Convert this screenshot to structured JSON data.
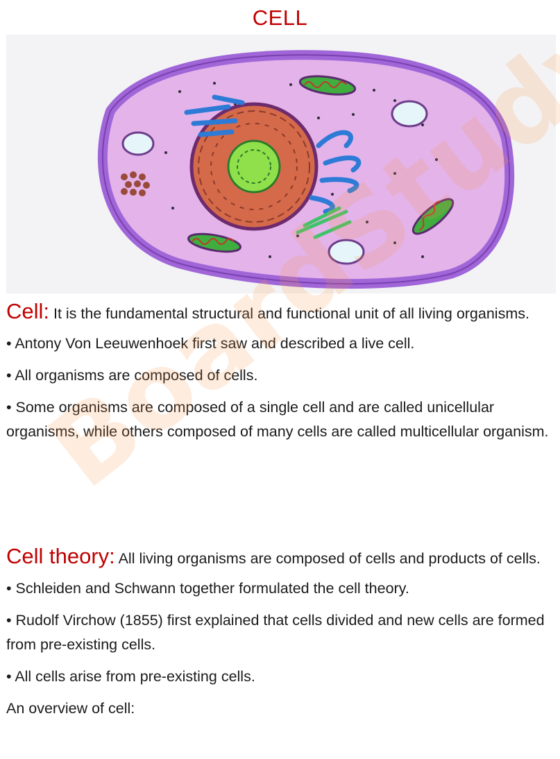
{
  "page": {
    "title": "CELL",
    "watermark": "BoardStudy"
  },
  "figure": {
    "subject": "animal cell illustration",
    "colors": {
      "cytoplasm": "#e6b8ec",
      "membrane": "#a46ad6",
      "nucleus": "#d56a4a",
      "nucleolus": "#8fe04a",
      "er": "#2d7bd6",
      "mitochondria": "#3fae3f",
      "vacuole": "#e6f5fa"
    }
  },
  "section_cell": {
    "heading": "Cell:",
    "definition": " It is the fundamental structural and functional unit of all living organisms.",
    "points": [
      "• Antony Von Leeuwenhoek first saw and described a live cell.",
      "• All organisms are composed of cells.",
      "• Some organisms are composed of a single cell and are called unicellular organisms, while others composed of many cells are called multicellular organism."
    ]
  },
  "section_theory": {
    "heading": "Cell theory:",
    "definition": " All living organisms are composed of cells and products of cells.",
    "points": [
      "• Schleiden and Schwann together formulated the cell theory.",
      "• Rudolf Virchow (1855) first explained that cells divided and new cells are formed from pre-existing cells.",
      "• All cells arise from pre-existing cells."
    ],
    "footer": "An overview of cell:"
  }
}
